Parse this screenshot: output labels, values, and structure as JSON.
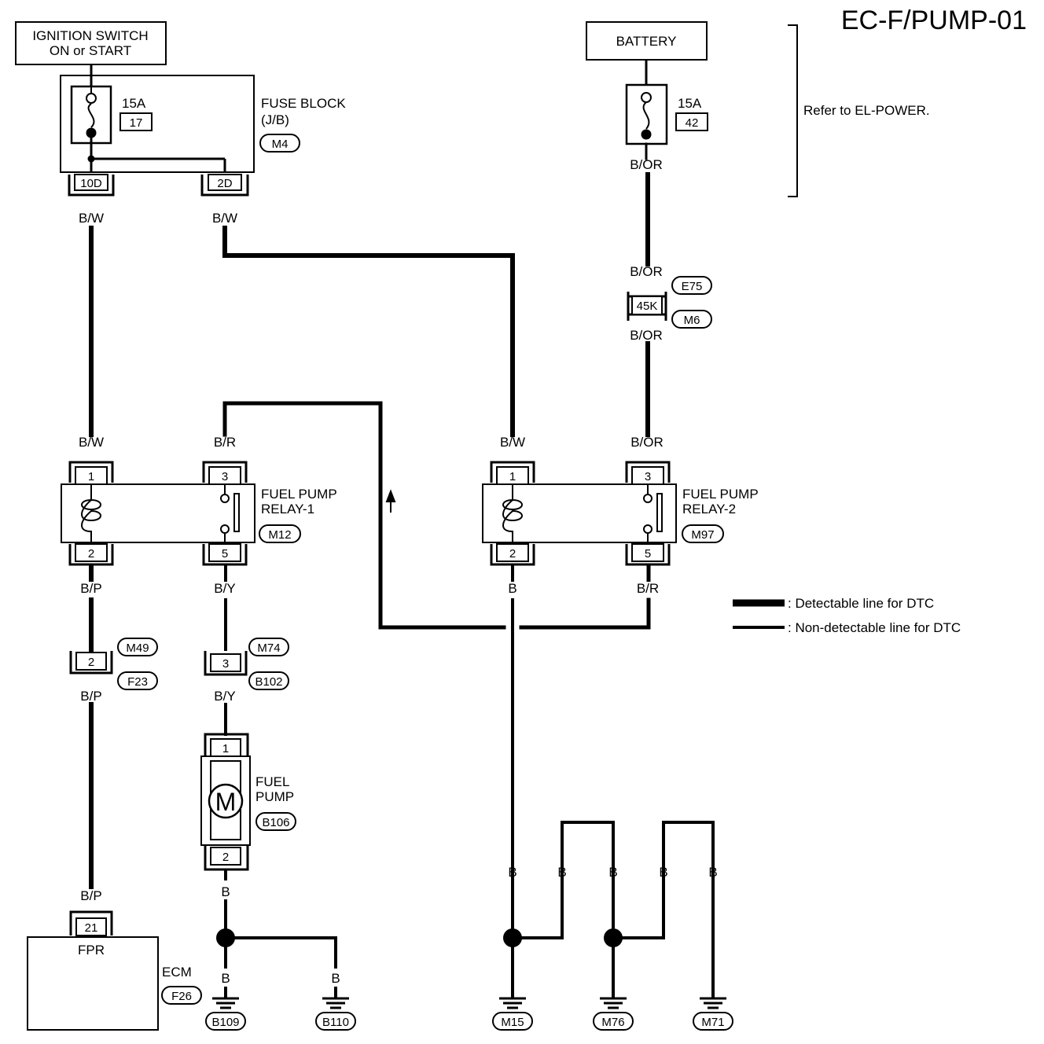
{
  "title": "EC-F/PUMP-01",
  "refer_note": "Refer to EL-POWER.",
  "ignition": {
    "line1": "IGNITION SWITCH",
    "line2": "ON or START"
  },
  "battery": {
    "label": "BATTERY"
  },
  "fuse_block": {
    "name_line1": "FUSE BLOCK",
    "name_line2": "(J/B)",
    "connector": "M4",
    "fuse_rating": "15A",
    "fuse_number": "17",
    "pin_left": "10D",
    "pin_right": "2D"
  },
  "battery_fuse": {
    "rating": "15A",
    "number": "42"
  },
  "wires": {
    "bor": "B/OR",
    "bw": "B/W",
    "br": "B/R",
    "bp": "B/P",
    "by": "B/Y",
    "b": "B"
  },
  "joint_e75_m6": {
    "pin": "45K",
    "conn_top": "E75",
    "conn_bottom": "M6"
  },
  "relay1": {
    "line1": "FUEL PUMP",
    "line2": "RELAY-1",
    "connector": "M12",
    "pins": [
      "1",
      "3",
      "2",
      "5"
    ]
  },
  "relay2": {
    "line1": "FUEL PUMP",
    "line2": "RELAY-2",
    "connector": "M97",
    "pins": [
      "1",
      "3",
      "2",
      "5"
    ]
  },
  "joint_m49_f23": {
    "pin": "2",
    "conn_top": "M49",
    "conn_bottom": "F23"
  },
  "joint_m74_b102": {
    "pin": "3",
    "conn_top": "M74",
    "conn_bottom": "B102"
  },
  "fuel_pump": {
    "line1": "FUEL",
    "line2": "PUMP",
    "connector": "B106",
    "motor": "M",
    "pin_top": "1",
    "pin_bottom": "2"
  },
  "ecm": {
    "label": "ECM",
    "terminal": "FPR",
    "pin": "21",
    "connector": "F26"
  },
  "grounds": [
    "B109",
    "B110",
    "M15",
    "M76",
    "M71"
  ],
  "legend": {
    "detectable": ": Detectable line for DTC",
    "non_detectable": ": Non-detectable line for DTC"
  }
}
